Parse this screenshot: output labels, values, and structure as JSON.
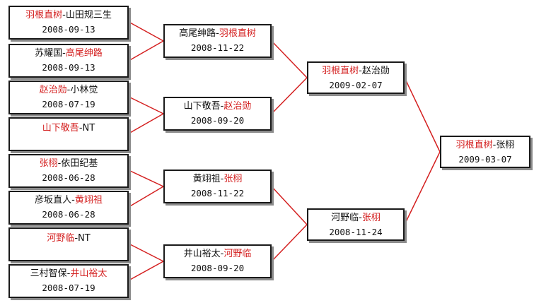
{
  "matches": [
    {
      "id": "m1",
      "left": {
        "name": "羽根直树",
        "win": true
      },
      "right": {
        "name": "山田规三生",
        "win": false
      },
      "date": "2008-09-13"
    },
    {
      "id": "m2",
      "left": {
        "name": "苏耀国",
        "win": false
      },
      "right": {
        "name": "高尾绅路",
        "win": true
      },
      "date": "2008-09-13"
    },
    {
      "id": "m3",
      "left": {
        "name": "赵治勋",
        "win": true
      },
      "right": {
        "name": "小林觉",
        "win": false
      },
      "date": "2008-07-19"
    },
    {
      "id": "m4",
      "left": {
        "name": "山下敬吾",
        "win": true
      },
      "right": {
        "name": "NT",
        "win": false
      },
      "date": ""
    },
    {
      "id": "m5",
      "left": {
        "name": "张栩",
        "win": true
      },
      "right": {
        "name": "依田纪基",
        "win": false
      },
      "date": "2008-06-28"
    },
    {
      "id": "m6",
      "left": {
        "name": "彦坂直人",
        "win": false
      },
      "right": {
        "name": "黄翊祖",
        "win": true
      },
      "date": "2008-06-28"
    },
    {
      "id": "m7",
      "left": {
        "name": "河野临",
        "win": true
      },
      "right": {
        "name": "NT",
        "win": false
      },
      "date": ""
    },
    {
      "id": "m8",
      "left": {
        "name": "三村智保",
        "win": false
      },
      "right": {
        "name": "井山裕太",
        "win": true
      },
      "date": "2008-07-19"
    },
    {
      "id": "q1",
      "left": {
        "name": "高尾绅路",
        "win": false
      },
      "right": {
        "name": "羽根直树",
        "win": true
      },
      "date": "2008-11-22"
    },
    {
      "id": "q2",
      "left": {
        "name": "山下敬吾",
        "win": false
      },
      "right": {
        "name": "赵治勋",
        "win": true
      },
      "date": "2008-09-20"
    },
    {
      "id": "q3",
      "left": {
        "name": "黄翊祖",
        "win": false
      },
      "right": {
        "name": "张栩",
        "win": true
      },
      "date": "2008-11-22"
    },
    {
      "id": "q4",
      "left": {
        "name": "井山裕太",
        "win": false
      },
      "right": {
        "name": "河野临",
        "win": true
      },
      "date": "2008-09-20"
    },
    {
      "id": "s1",
      "left": {
        "name": "羽根直树",
        "win": true
      },
      "right": {
        "name": "赵治勋",
        "win": false
      },
      "date": "2009-02-07"
    },
    {
      "id": "s2",
      "left": {
        "name": "河野临",
        "win": false
      },
      "right": {
        "name": "张栩",
        "win": true
      },
      "date": "2008-11-24"
    },
    {
      "id": "f1",
      "left": {
        "name": "羽根直树",
        "win": true
      },
      "right": {
        "name": "张栩",
        "win": false
      },
      "date": "2009-03-07"
    }
  ],
  "separator": "-",
  "colors": {
    "winner": "#d42020",
    "loser": "#111111",
    "connector": "#d42020",
    "border": "#1a1a1a"
  }
}
